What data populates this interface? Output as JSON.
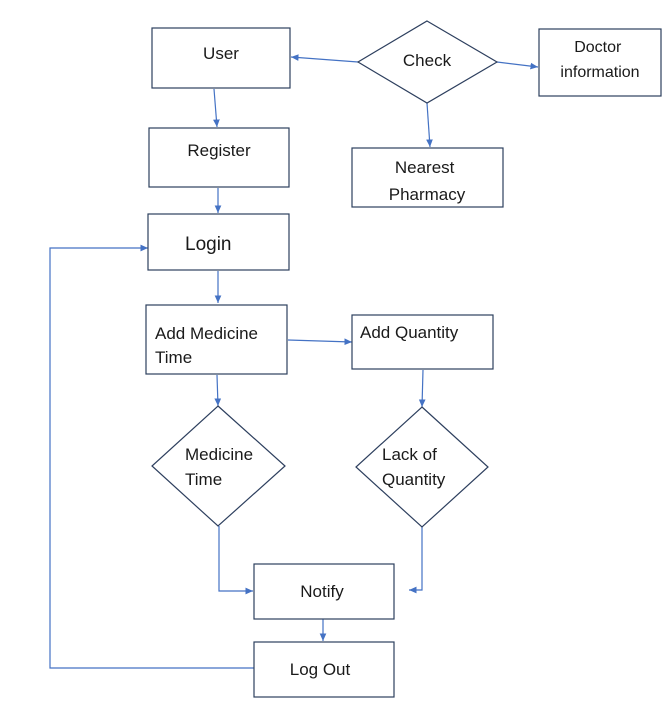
{
  "nodes": {
    "user": {
      "label": [
        "User"
      ]
    },
    "check": {
      "label": [
        "Check"
      ]
    },
    "doctor_information": {
      "label": [
        "Doctor",
        "information"
      ]
    },
    "nearest_pharmacy": {
      "label": [
        "Nearest",
        "Pharmacy"
      ]
    },
    "register": {
      "label": [
        "Register"
      ]
    },
    "login": {
      "label": [
        "Login"
      ]
    },
    "add_medicine_time": {
      "label": [
        "Add Medicine",
        "Time"
      ]
    },
    "add_quantity": {
      "label": [
        "Add Quantity"
      ]
    },
    "medicine_time": {
      "label": [
        "Medicine",
        "Time"
      ]
    },
    "lack_of_quantity": {
      "label": [
        "Lack of",
        "Quantity"
      ]
    },
    "notify": {
      "label": [
        "Notify"
      ]
    },
    "log_out": {
      "label": [
        "Log Out"
      ]
    }
  },
  "edges": [
    {
      "from": "check",
      "to": "user"
    },
    {
      "from": "check",
      "to": "doctor_information"
    },
    {
      "from": "check",
      "to": "nearest_pharmacy"
    },
    {
      "from": "user",
      "to": "register"
    },
    {
      "from": "register",
      "to": "login"
    },
    {
      "from": "login",
      "to": "add_medicine_time"
    },
    {
      "from": "add_medicine_time",
      "to": "add_quantity"
    },
    {
      "from": "add_medicine_time",
      "to": "medicine_time"
    },
    {
      "from": "add_quantity",
      "to": "lack_of_quantity"
    },
    {
      "from": "medicine_time",
      "to": "notify"
    },
    {
      "from": "lack_of_quantity",
      "to": "notify"
    },
    {
      "from": "notify",
      "to": "log_out"
    },
    {
      "from": "log_out",
      "to": "login"
    }
  ],
  "colors": {
    "edge": "#4472c4",
    "border": "#2d3f5e",
    "text": "#1a1a1a"
  }
}
